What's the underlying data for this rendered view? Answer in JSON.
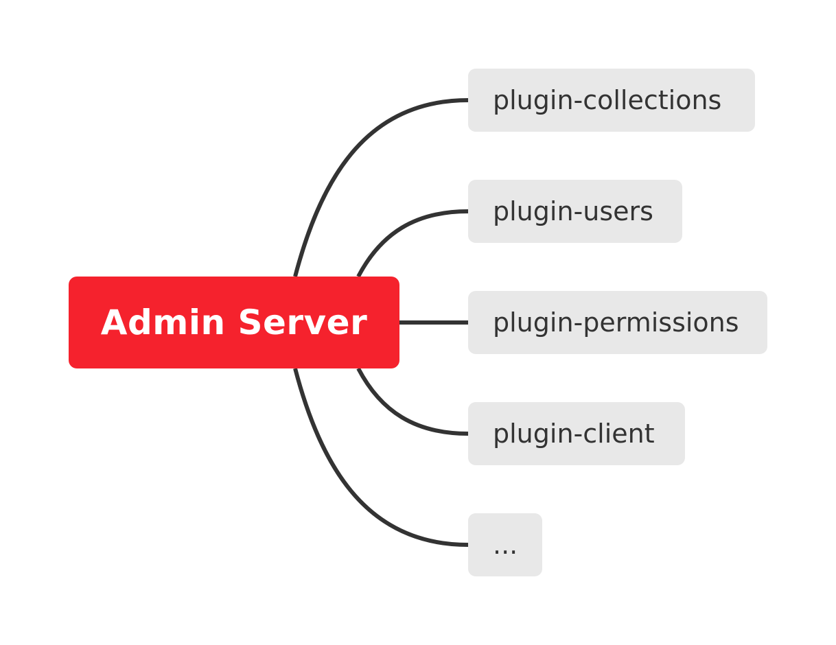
{
  "root": {
    "label": "Admin Server",
    "color": "#f5222d"
  },
  "children": [
    {
      "label": "plugin-collections"
    },
    {
      "label": "plugin-users"
    },
    {
      "label": "plugin-permissions"
    },
    {
      "label": "plugin-client"
    },
    {
      "label": "..."
    }
  ],
  "colors": {
    "connector": "#333333",
    "child_background": "#e8e8e8",
    "child_text": "#333333",
    "root_text": "#ffffff"
  }
}
